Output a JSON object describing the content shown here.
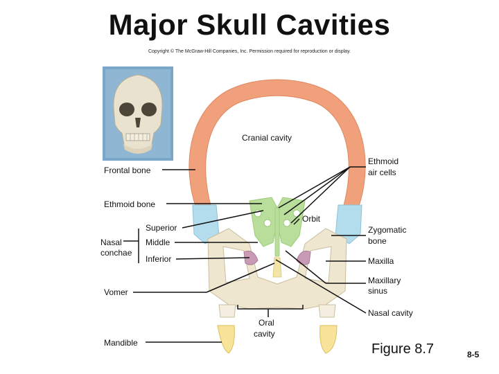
{
  "title": "Major Skull Cavities",
  "copyright": "Copyright © The McGraw-Hill Companies, Inc. Permission required for reproduction or display.",
  "labels": {
    "cranial_cavity": "Cranial cavity",
    "frontal_bone": "Frontal bone",
    "ethmoid_air_cells_1": "Ethmoid",
    "ethmoid_air_cells_2": "air cells",
    "ethmoid_bone": "Ethmoid bone",
    "orbit": "Orbit",
    "superior": "Superior",
    "middle": "Middle",
    "inferior": "Inferior",
    "nasal_conchae_1": "Nasal",
    "nasal_conchae_2": "conchae",
    "zygomatic_bone_1": "Zygomatic",
    "zygomatic_bone_2": "bone",
    "maxilla": "Maxilla",
    "maxillary_sinus_1": "Maxillary",
    "maxillary_sinus_2": "sinus",
    "vomer": "Vomer",
    "nasal_cavity": "Nasal cavity",
    "oral_cavity_1": "Oral",
    "oral_cavity_2": "cavity",
    "mandible": "Mandible"
  },
  "figure_label": "Figure 8.7",
  "page_number": "8-5",
  "colors": {
    "frontal_bone": "#f0a07a",
    "ethmoid": "#b9dd9a",
    "zygomatic": "#b3dcec",
    "maxilla": "#efe6cf",
    "teeth": "#f7e39a",
    "concha": "#c99ab6",
    "leader": "#111111"
  }
}
